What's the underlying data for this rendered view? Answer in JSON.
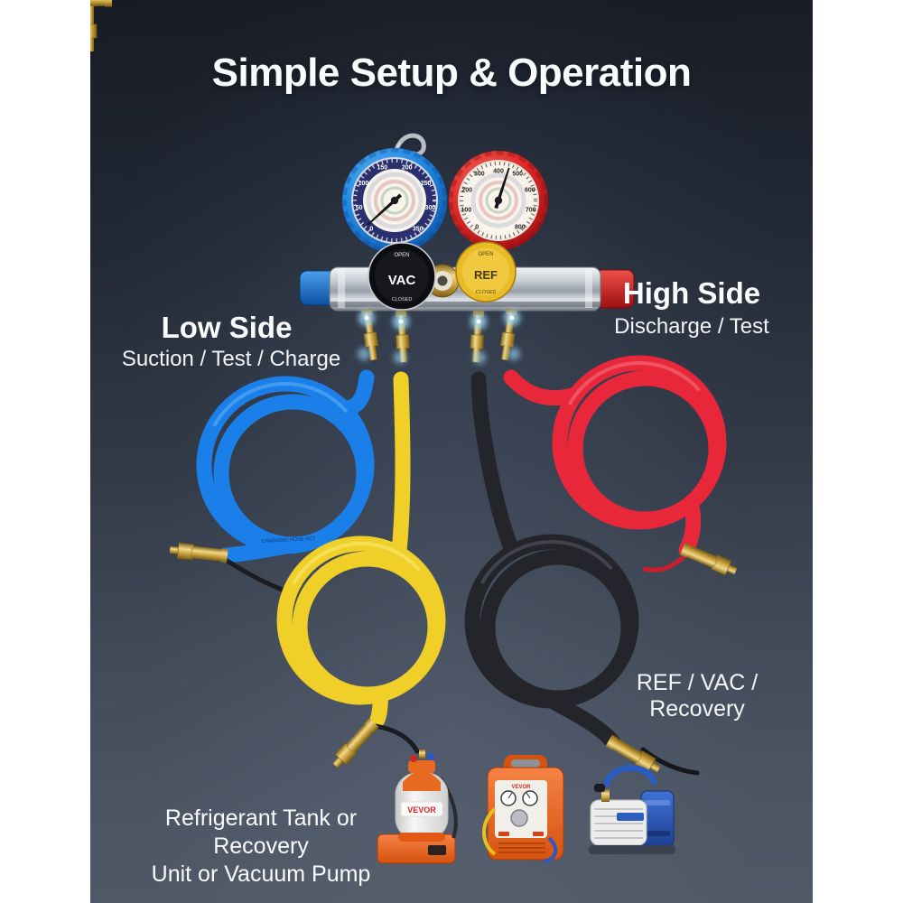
{
  "title": "Simple Setup & Operation",
  "labels": {
    "low_side": {
      "heading": "Low Side",
      "subheading": "Suction / Test / Charge"
    },
    "high_side": {
      "heading": "High Side",
      "subheading": "Discharge / Test"
    },
    "recovery_line": "REF / VAC / Recovery",
    "bottom_caption": {
      "line1": "Refrigerant Tank or Recovery",
      "line2": "Unit or Vacuum Pump"
    }
  },
  "manifold": {
    "vac_knob": {
      "label": "VAC",
      "top": "OPEN",
      "bottom": "CLOSED"
    },
    "ref_knob": {
      "label": "REF",
      "top": "OPEN",
      "bottom": "CLOSED"
    },
    "gauges": {
      "low": {
        "scale": [
          "0",
          "50",
          "100",
          "150",
          "200",
          "250",
          "300",
          "350"
        ]
      },
      "high": {
        "scale": [
          "0",
          "100",
          "200",
          "300",
          "400",
          "500",
          "600",
          "700",
          "800"
        ]
      }
    },
    "hose_print": "CHARGING HOSE HCT"
  },
  "products": {
    "brand": "VEVOR"
  },
  "colors": {
    "background_top": "#171b24",
    "background_bottom": "#505966",
    "low_hose": "#1a7fe8",
    "utility_hose": "#f0d028",
    "service_hose": "#24252b",
    "high_hose": "#e8273a",
    "low_gauge_boot": "#2e9ae8",
    "high_gauge_boot": "#e03030",
    "brass": "#c9a23f",
    "text": "#fafbfc"
  }
}
